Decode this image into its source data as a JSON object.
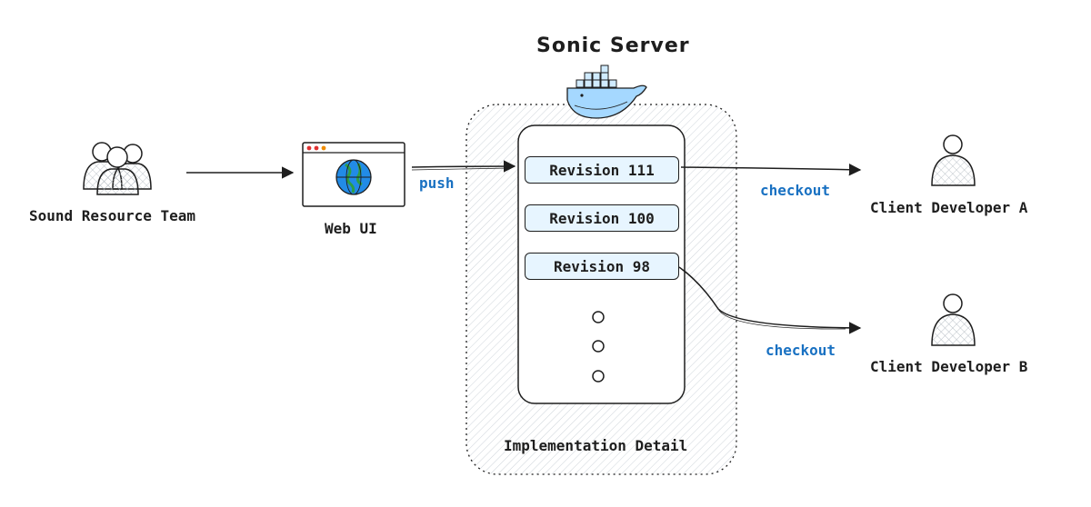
{
  "title": "Sonic Server",
  "container_label": "Implementation Detail",
  "nodes": {
    "team": "Sound Resource Team",
    "web_ui": "Web UI",
    "client_a": "Client Developer A",
    "client_b": "Client Developer B"
  },
  "revisions": [
    "Revision 111",
    "Revision 100",
    "Revision 98"
  ],
  "edges": {
    "push": "push",
    "checkout_a": "checkout",
    "checkout_b": "checkout"
  },
  "colors": {
    "edge_label": "#1971c2",
    "revision_fill": "#e7f5ff",
    "container_fill": "#f1f3f5",
    "globe": "#228be6",
    "globe_land": "#2f9e44"
  },
  "icons": [
    "group-icon",
    "browser-window-icon",
    "globe-icon",
    "docker-whale-icon",
    "person-icon"
  ]
}
